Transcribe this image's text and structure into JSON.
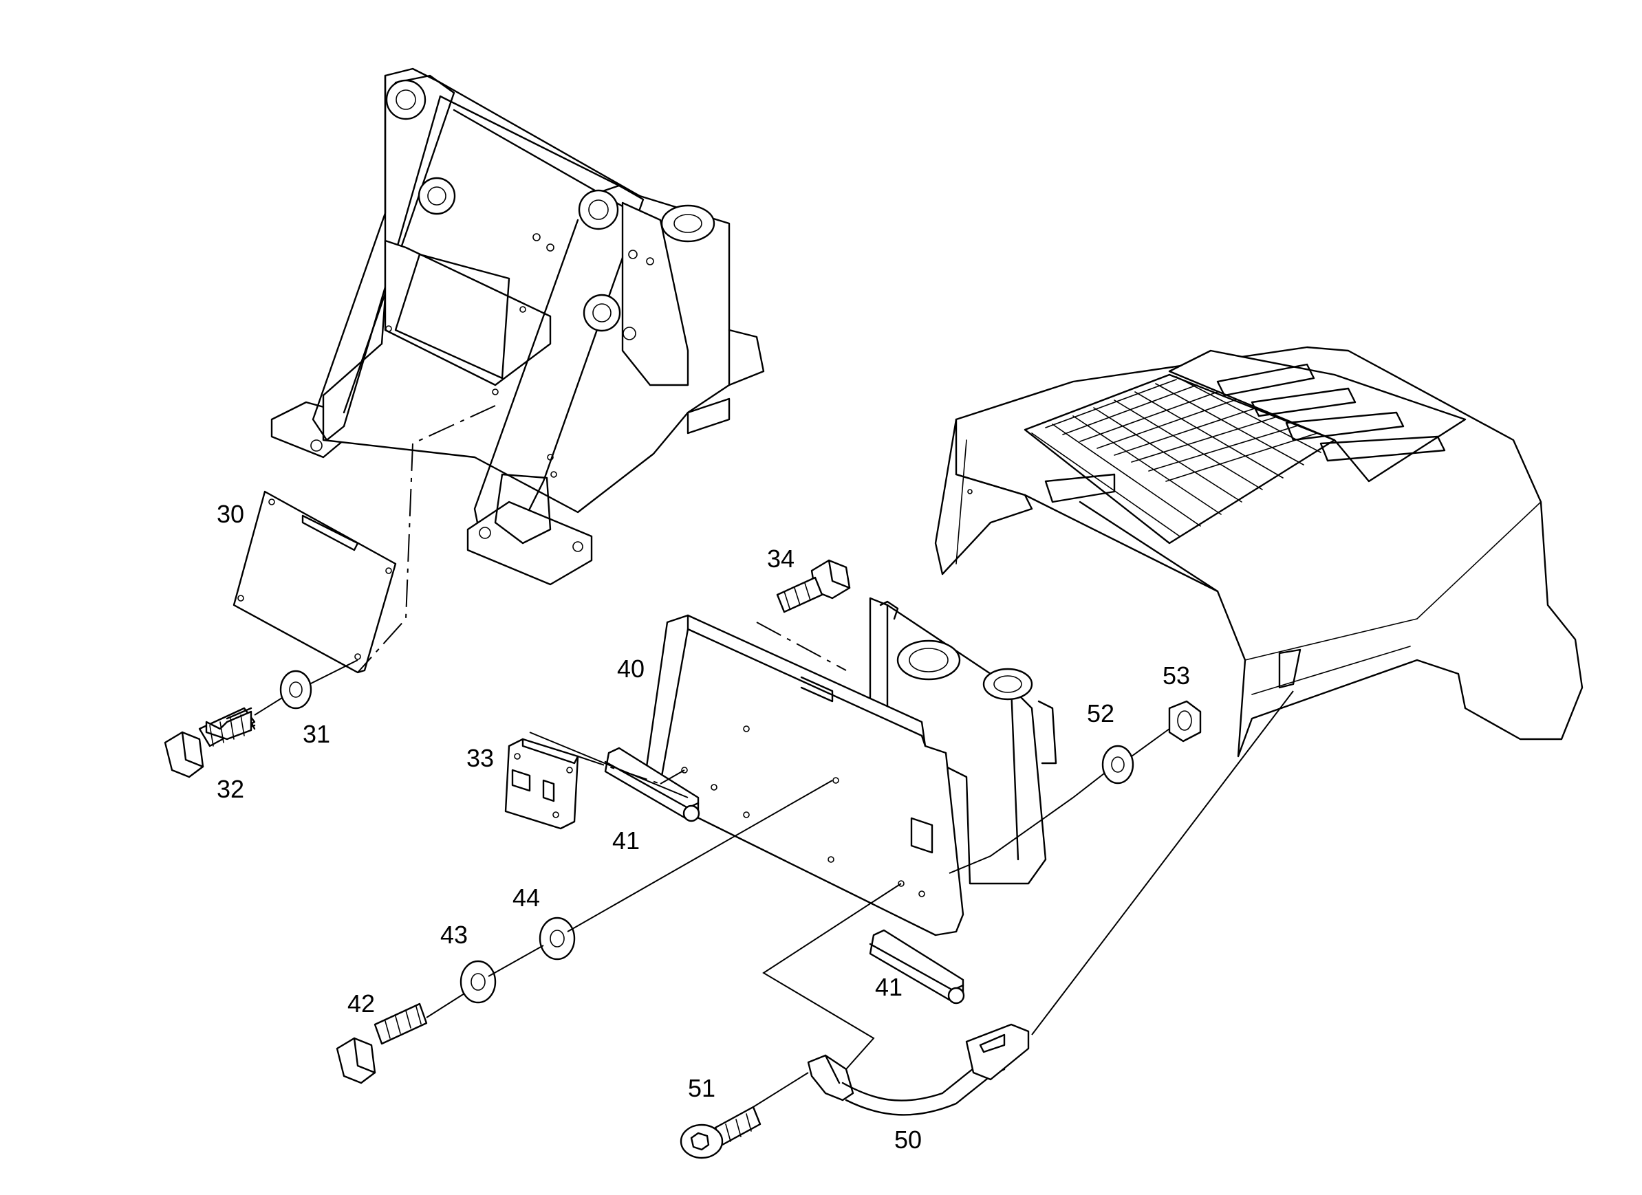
{
  "callouts": {
    "c30": "30",
    "c31": "31",
    "c32": "32",
    "c33": "33",
    "c34": "34",
    "c40": "40",
    "c41a": "41",
    "c41b": "41",
    "c42": "42",
    "c43": "43",
    "c44": "44",
    "c50": "50",
    "c51": "51",
    "c52": "52",
    "c53": "53"
  }
}
